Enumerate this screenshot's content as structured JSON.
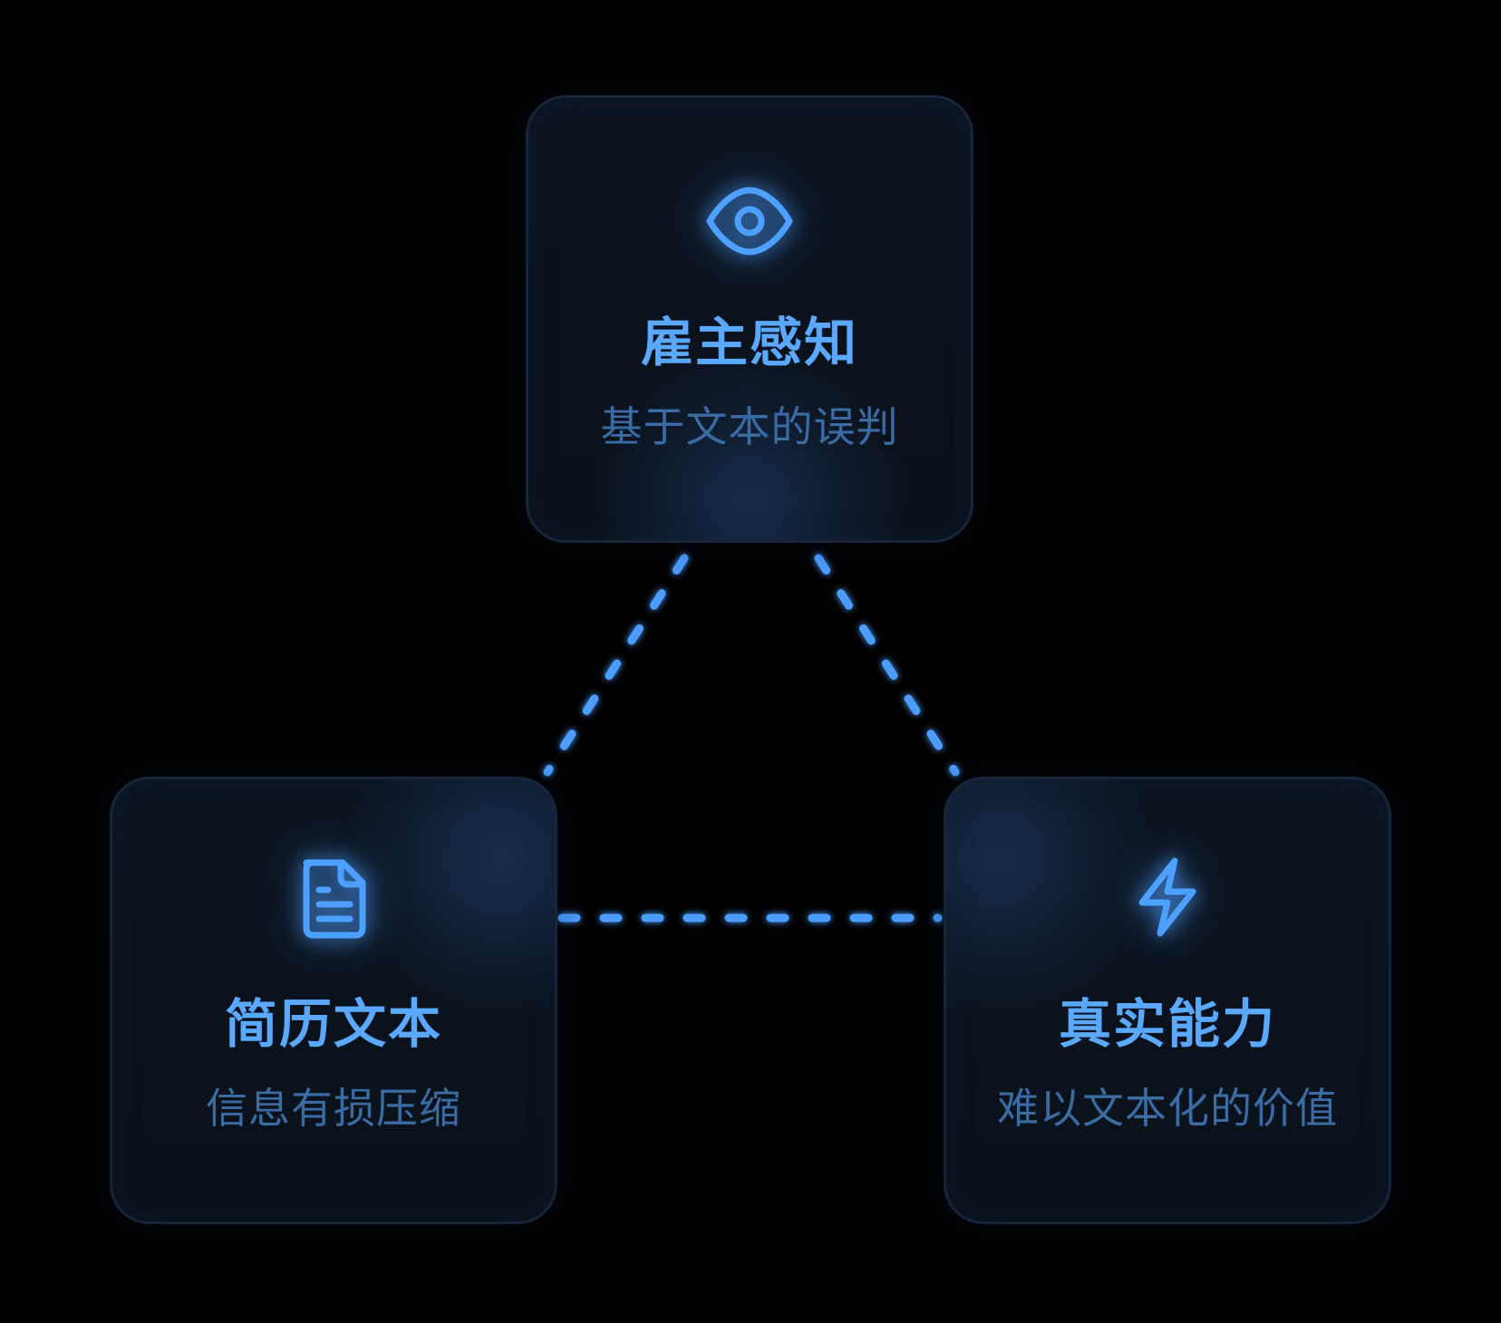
{
  "accent_color": "#4da0ff",
  "connector_color": "#4d9dff",
  "nodes": {
    "top": {
      "title": "雇主感知",
      "subtitle": "基于文本的误判",
      "icon": "eye-icon"
    },
    "left": {
      "title": "简历文本",
      "subtitle": "信息有损压缩",
      "icon": "document-icon"
    },
    "right": {
      "title": "真实能力",
      "subtitle": "难以文本化的价值",
      "icon": "lightning-icon"
    }
  }
}
